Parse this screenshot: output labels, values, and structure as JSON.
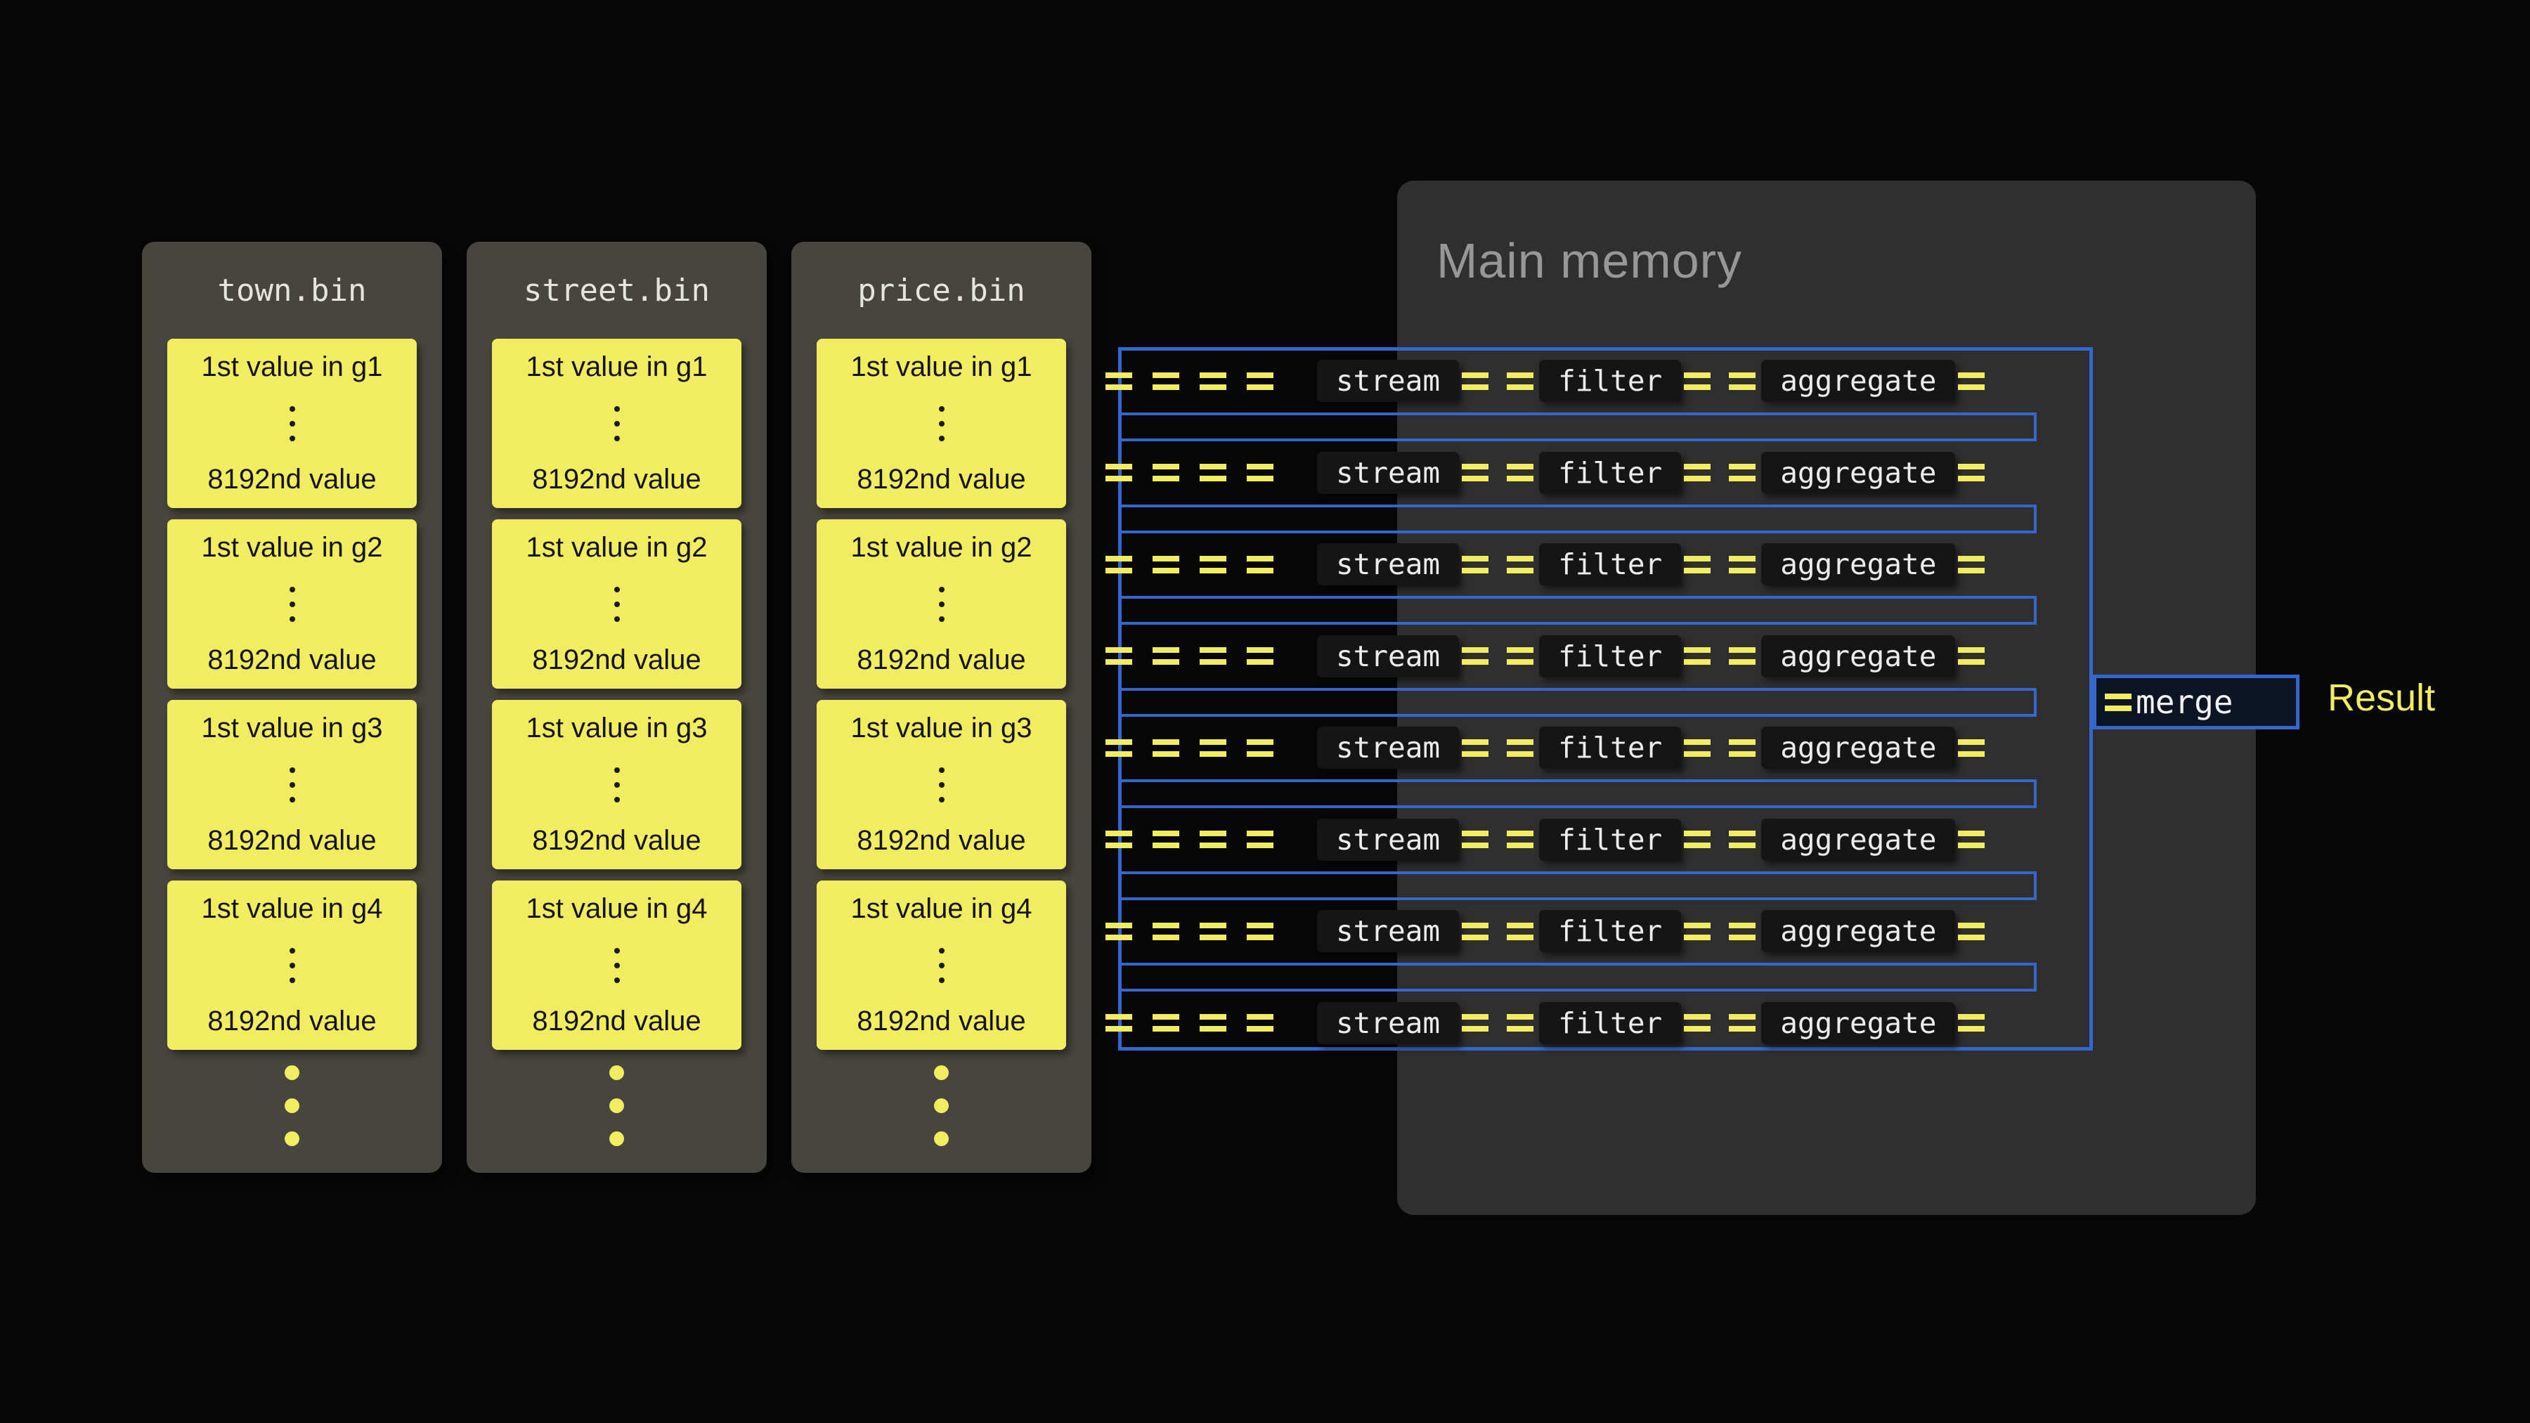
{
  "files": [
    {
      "name": "town.bin",
      "groups": [
        {
          "first": "1st value in g1",
          "last": "8192nd value"
        },
        {
          "first": "1st value in g2",
          "last": "8192nd value"
        },
        {
          "first": "1st value in g3",
          "last": "8192nd value"
        },
        {
          "first": "1st value in g4",
          "last": "8192nd value"
        }
      ]
    },
    {
      "name": "street.bin",
      "groups": [
        {
          "first": "1st value in g1",
          "last": "8192nd value"
        },
        {
          "first": "1st value in g2",
          "last": "8192nd value"
        },
        {
          "first": "1st value in g3",
          "last": "8192nd value"
        },
        {
          "first": "1st value in g4",
          "last": "8192nd value"
        }
      ]
    },
    {
      "name": "price.bin",
      "groups": [
        {
          "first": "1st value in g1",
          "last": "8192nd value"
        },
        {
          "first": "1st value in g2",
          "last": "8192nd value"
        },
        {
          "first": "1st value in g3",
          "last": "8192nd value"
        },
        {
          "first": "1st value in g4",
          "last": "8192nd value"
        }
      ]
    }
  ],
  "memory": {
    "title": "Main memory"
  },
  "pipeline": {
    "row_count": 8,
    "stages": [
      "stream",
      "filter",
      "aggregate"
    ],
    "merge_label": "merge",
    "result_label": "Result"
  },
  "colors": {
    "yellow": "#f2ec60",
    "blue": "#3566cb",
    "panel": "#2f2f2f",
    "file_bg": "#46463e",
    "chip_bg": "#151515",
    "background": "#070707"
  }
}
